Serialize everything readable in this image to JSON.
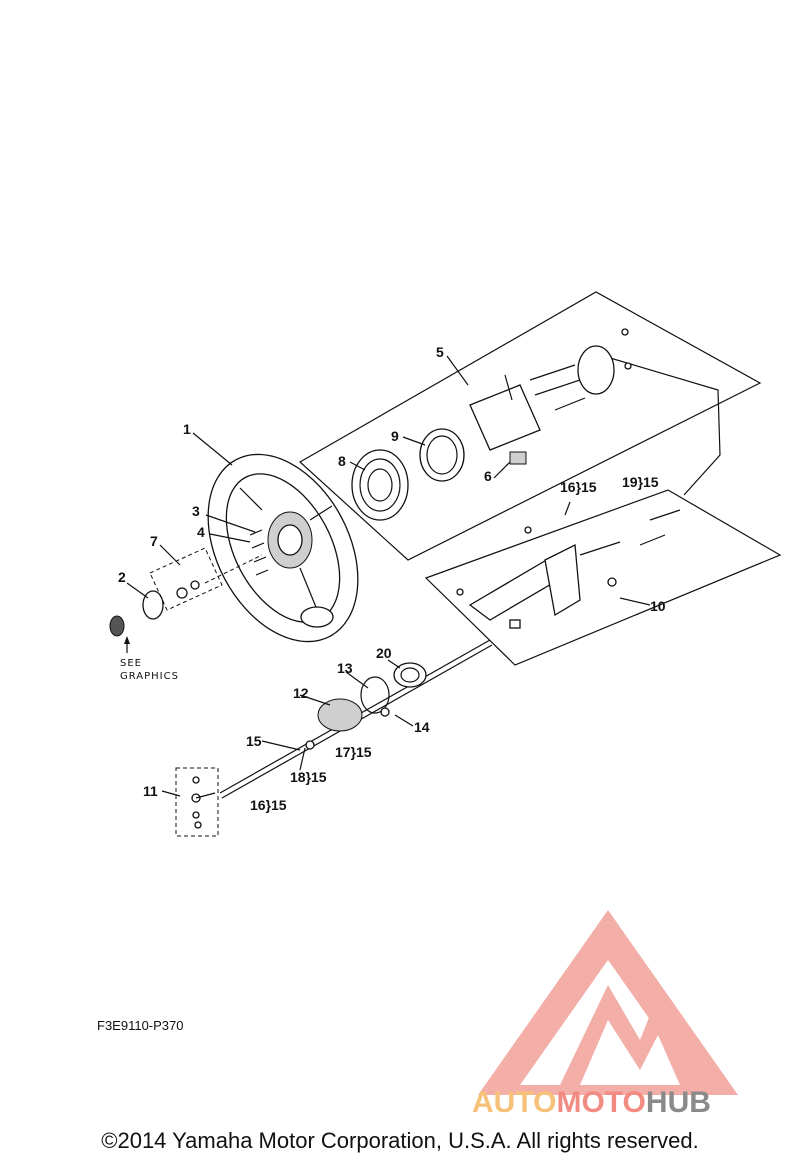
{
  "diagram": {
    "callouts": [
      {
        "id": "1",
        "text": "1"
      },
      {
        "id": "2",
        "text": "2"
      },
      {
        "id": "3",
        "text": "3"
      },
      {
        "id": "4",
        "text": "4"
      },
      {
        "id": "5",
        "text": "5"
      },
      {
        "id": "6",
        "text": "6"
      },
      {
        "id": "7",
        "text": "7"
      },
      {
        "id": "8",
        "text": "8"
      },
      {
        "id": "9",
        "text": "9"
      },
      {
        "id": "10",
        "text": "10"
      },
      {
        "id": "11",
        "text": "11"
      },
      {
        "id": "12",
        "text": "12"
      },
      {
        "id": "13",
        "text": "13"
      },
      {
        "id": "14",
        "text": "14"
      },
      {
        "id": "15",
        "text": "15"
      },
      {
        "id": "20",
        "text": "20"
      }
    ],
    "kit_refs": [
      {
        "id": "16-15-top",
        "text": "16}15"
      },
      {
        "id": "19-15",
        "text": "19}15"
      },
      {
        "id": "17-15",
        "text": "17}15"
      },
      {
        "id": "18-15",
        "text": "18}15"
      },
      {
        "id": "16-15-bottom",
        "text": "16}15"
      }
    ],
    "see_graphics": [
      "SEE",
      "GRAPHICS"
    ],
    "figure_code": "F3E9110-P370"
  },
  "watermark": {
    "part1": "AUTO",
    "part2": "MOTO",
    "part3": "HUB",
    "colors": {
      "auto": "#f6c27a",
      "moto": "#f28b82",
      "hub": "#8a8a8a",
      "logo": "#f2a19a"
    }
  },
  "copyright": "©2014 Yamaha Motor Corporation, U.S.A. All rights reserved."
}
